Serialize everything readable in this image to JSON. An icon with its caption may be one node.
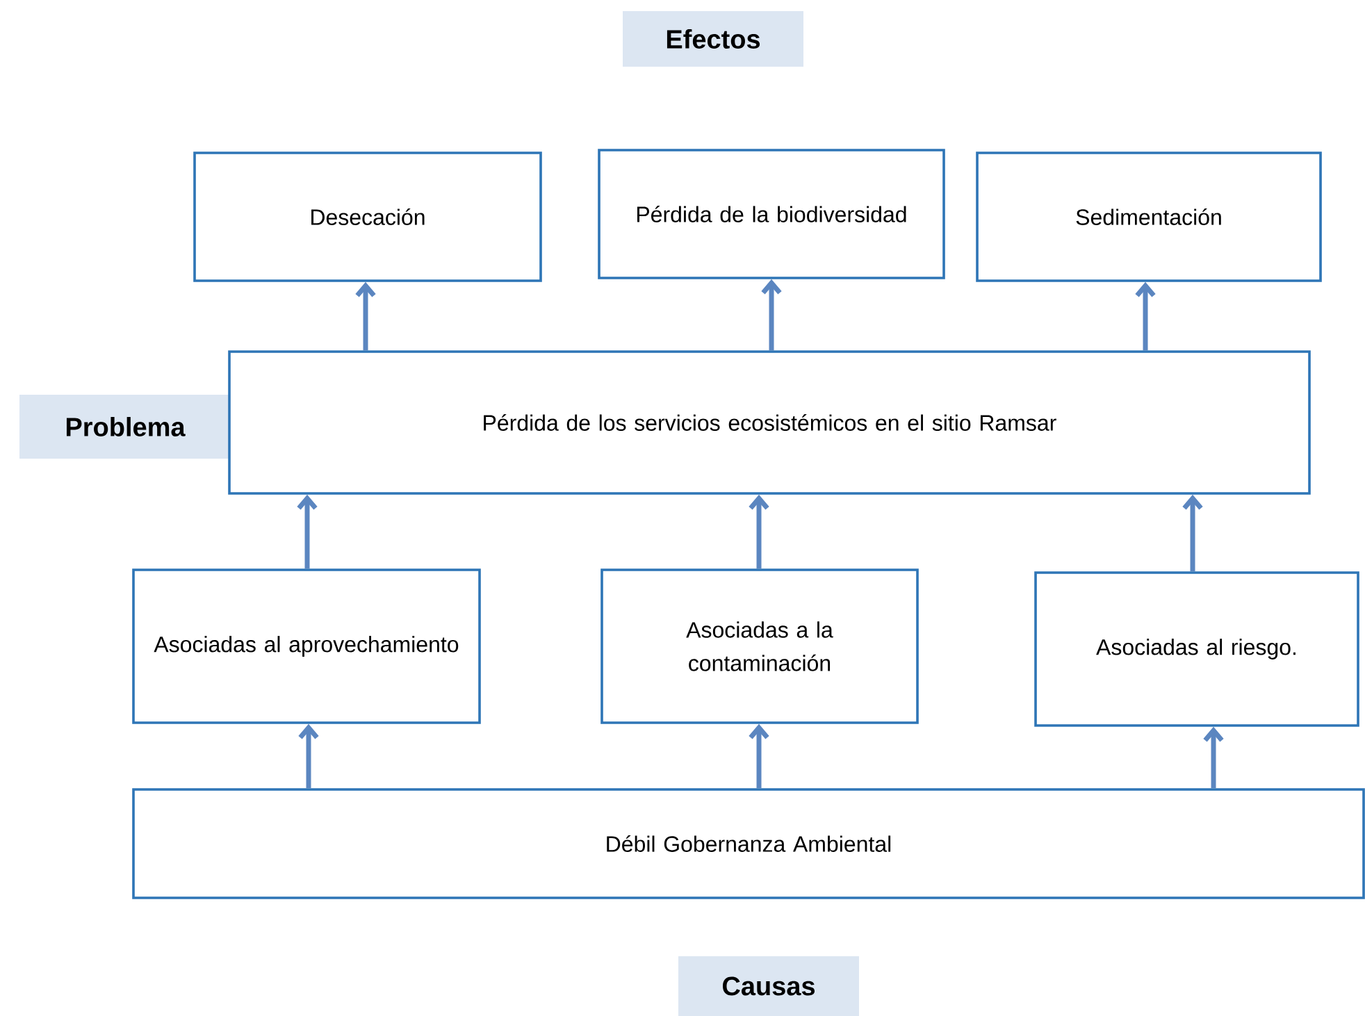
{
  "diagram": {
    "nodes": [
      {
        "text": [
          "Efectos"
        ]
      },
      {
        "text": [
          "Desecación"
        ]
      },
      {
        "text": [
          "Pérdida de la biodiversidad"
        ]
      },
      {
        "text": [
          "Sedimentación"
        ]
      },
      {
        "text": [
          "Problema"
        ]
      },
      {
        "text": [
          "Pérdida de los servicios ecosistémicos  en el sitio Ramsar"
        ]
      },
      {
        "text": [
          "Asociadas al aprovechamiento"
        ]
      },
      {
        "text": [
          "Asociadas a la contaminación"
        ]
      },
      {
        "text": [
          "Asociadas al riesgo."
        ]
      },
      {
        "text": [
          "Débil Gobernanza Ambiental"
        ]
      },
      {
        "text": [
          "Causas"
        ]
      }
    ],
    "edges": [
      {
        "from": 5,
        "to": 1,
        "arrow": "to"
      },
      {
        "from": 5,
        "to": 2,
        "arrow": "to"
      },
      {
        "from": 5,
        "to": 3,
        "arrow": "to"
      },
      {
        "from": 6,
        "to": 5,
        "arrow": "to"
      },
      {
        "from": 7,
        "to": 5,
        "arrow": "to"
      },
      {
        "from": 8,
        "to": 5,
        "arrow": "to"
      },
      {
        "from": 9,
        "to": 6,
        "arrow": "to"
      },
      {
        "from": 9,
        "to": 7,
        "arrow": "to"
      },
      {
        "from": 9,
        "to": 8,
        "arrow": "to"
      }
    ]
  }
}
